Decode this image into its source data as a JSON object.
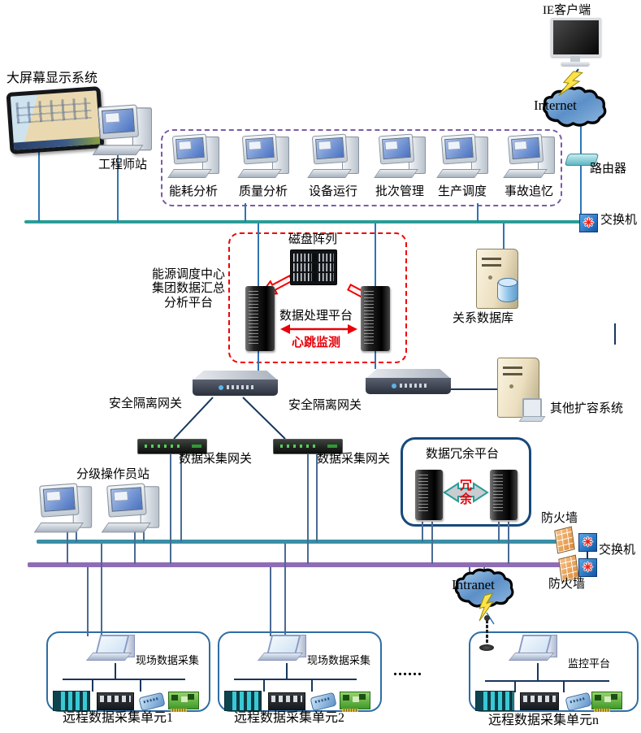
{
  "colors": {
    "bus_teal_top": "#2a9d96",
    "bus_teal_bottom": "#3a8fa6",
    "bus_purple": "#8e6db5",
    "line_blue": "#2e74b5",
    "line_slate": "#4a6b94",
    "line_dark": "#17375e",
    "dashed_red_box": "#f20000",
    "dashed_purple_box": "#7b5ba6",
    "heartbeat_red": "#e8000a"
  },
  "top": {
    "ie_client": "IE客户端",
    "internet": "Internet",
    "router": "路由器",
    "big_screen": "大屏幕显示系统",
    "engineer_station": "工程师站",
    "switch": "交换机"
  },
  "analysis": {
    "items": [
      {
        "label": "能耗分析"
      },
      {
        "label": "质量分析"
      },
      {
        "label": "设备运行"
      },
      {
        "label": "批次管理"
      },
      {
        "label": "生产调度"
      },
      {
        "label": "事故追忆"
      }
    ]
  },
  "center": {
    "disk_array": "磁盘阵列",
    "note_lines": [
      "能源调度中心",
      "集团数据汇总",
      "分析平台"
    ],
    "data_platform": "数据处理平台",
    "heartbeat": "心跳监测",
    "database": "关系数据库",
    "security_gateway_left": "安全隔离网关",
    "security_gateway_right": "安全隔离网关",
    "other_system": "其他扩容系统",
    "data_gateway_left": "数据采集网关",
    "data_gateway_right": "数据采集网关"
  },
  "redundancy": {
    "title": "数据冗余平台",
    "word_top": "冗",
    "word_bottom": "余"
  },
  "lower": {
    "operator_station": "分级操作员站",
    "firewall_top": "防火墙",
    "firewall_bottom": "防火墙",
    "switch": "交换机",
    "intranet": "Intranet",
    "ellipsis": "......"
  },
  "units": [
    {
      "title": "远程数据采集单元1",
      "inner": "现场数据采集"
    },
    {
      "title": "远程数据采集单元2",
      "inner": "现场数据采集"
    },
    {
      "title": "远程数据采集单元n",
      "inner": "监控平台"
    }
  ]
}
